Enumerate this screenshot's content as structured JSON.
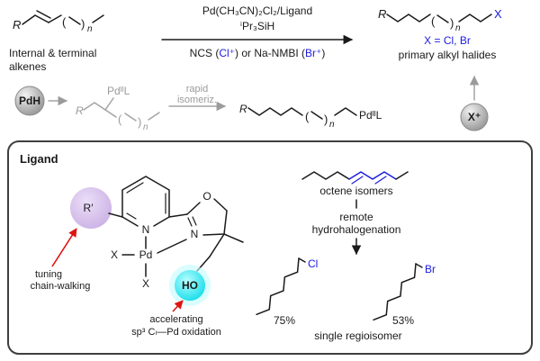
{
  "colors": {
    "blue": "#1c1cdf",
    "gray": "#9b9b9b",
    "red": "#e01212",
    "purple": "#cdb4e4",
    "cyan": "#17e0ea"
  },
  "misc": {
    "paren_open": "(",
    "paren_close": ")",
    "n": "n"
  },
  "top": {
    "substrate_r": "R",
    "substrate_label1": "Internal & terminal",
    "substrate_label2": "alkenes",
    "cond_above1": "Pd(CH₃CN)₂Cl₂/Ligand",
    "cond_above2": "ⁱPr₃SiH",
    "cond_below_pre": "NCS (",
    "cond_below_cl": "Cl⁺",
    "cond_below_mid": ") or Na-NMBI (",
    "cond_below_br": "Br⁺",
    "cond_below_post": ")",
    "product_r": "R",
    "product_x": "X",
    "product_x_eq": "X = Cl, Br",
    "product_label": "primary alkyl halides"
  },
  "mechanism": {
    "pdh": "PdH",
    "int1_r": "R",
    "int1_pd": "PdᴵᴵL",
    "arrow_label1": "rapid",
    "arrow_label2": "isomeriz.",
    "int2_r": "R",
    "int2_pd": "PdᴵᴵL",
    "xplus": "X⁺"
  },
  "ligand_box": {
    "title": "Ligand",
    "complex": {
      "rprime": "R′",
      "pd": "Pd",
      "py_n": "N",
      "ox_n": "N",
      "ox_o": "O",
      "x1": "X",
      "x2": "X",
      "ho": "HO",
      "note1_line1": "tuning",
      "note1_line2": "chain-walking",
      "note2_line1": "accelerating",
      "note2_line2": "sp³ Cₗ—Pd oxidation"
    },
    "example": {
      "octene_label": "octene isomers",
      "step1": "remote",
      "step2": "hydrohalogenation",
      "cl": "Cl",
      "br": "Br",
      "yield_cl": "75%",
      "yield_br": "53%",
      "caption": "single regioisomer"
    }
  }
}
